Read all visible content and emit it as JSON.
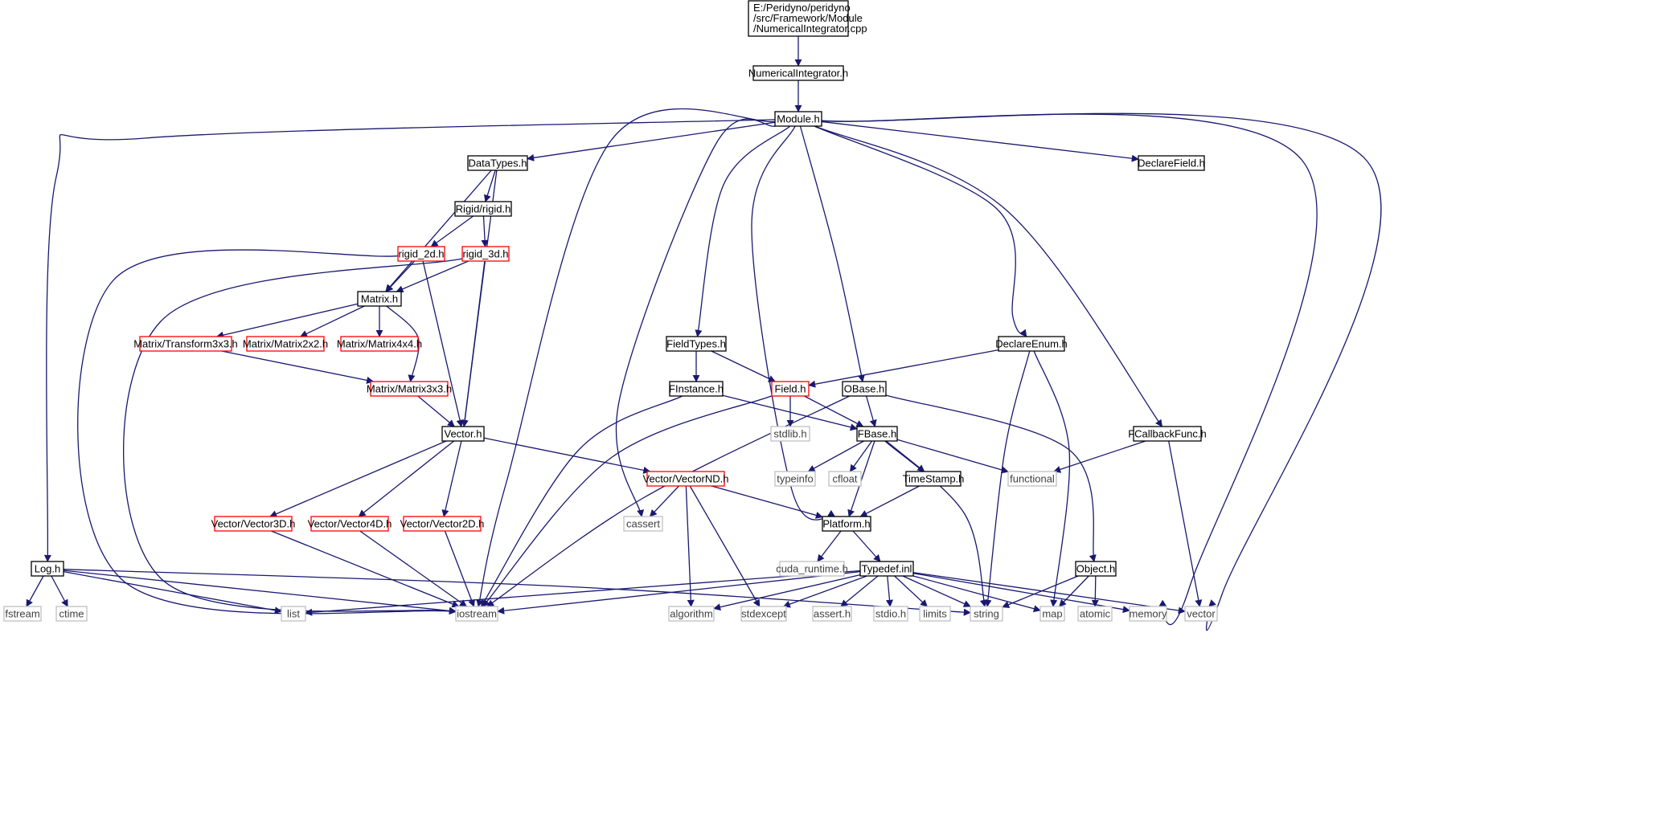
{
  "colors": {
    "edge": "#191970",
    "border_normal": "#000000",
    "border_incomplete": "#ff0000",
    "border_external": "#bfbfbf",
    "root_fill": "#bfbfbf",
    "text": "#000000"
  },
  "nodes": [
    {
      "id": "root",
      "lines": [
        "E:/Peridyno/peridyno",
        "/src/Framework/Module",
        "/NumericalIntegrator.cpp"
      ],
      "kind": "root"
    },
    {
      "id": "NumericalIntegrator_h",
      "label": "NumericalIntegrator.h",
      "kind": "normal"
    },
    {
      "id": "Module_h",
      "label": "Module.h",
      "kind": "normal"
    },
    {
      "id": "DataTypes_h",
      "label": "DataTypes.h",
      "kind": "normal"
    },
    {
      "id": "DeclareField_h",
      "label": "DeclareField.h",
      "kind": "normal"
    },
    {
      "id": "Rigid_rigid_h",
      "label": "Rigid/rigid.h",
      "kind": "normal"
    },
    {
      "id": "rigid_2d_h",
      "label": "rigid_2d.h",
      "kind": "incomplete"
    },
    {
      "id": "rigid_3d_h",
      "label": "rigid_3d.h",
      "kind": "incomplete"
    },
    {
      "id": "Matrix_h",
      "label": "Matrix.h",
      "kind": "normal"
    },
    {
      "id": "Transform3x3_h",
      "label": "Matrix/Transform3x3.h",
      "kind": "incomplete"
    },
    {
      "id": "Matrix2x2_h",
      "label": "Matrix/Matrix2x2.h",
      "kind": "incomplete"
    },
    {
      "id": "Matrix4x4_h",
      "label": "Matrix/Matrix4x4.h",
      "kind": "incomplete"
    },
    {
      "id": "Matrix3x3_h",
      "label": "Matrix/Matrix3x3.h",
      "kind": "incomplete"
    },
    {
      "id": "Vector_h",
      "label": "Vector.h",
      "kind": "normal"
    },
    {
      "id": "FieldTypes_h",
      "label": "FieldTypes.h",
      "kind": "normal"
    },
    {
      "id": "DeclareEnum_h",
      "label": "DeclareEnum.h",
      "kind": "normal"
    },
    {
      "id": "FInstance_h",
      "label": "FInstance.h",
      "kind": "normal"
    },
    {
      "id": "Field_h",
      "label": "Field.h",
      "kind": "incomplete"
    },
    {
      "id": "OBase_h",
      "label": "OBase.h",
      "kind": "normal"
    },
    {
      "id": "stdlib_h",
      "label": "stdlib.h",
      "kind": "external"
    },
    {
      "id": "FBase_h",
      "label": "FBase.h",
      "kind": "normal"
    },
    {
      "id": "FCallbackFunc_h",
      "label": "FCallbackFunc.h",
      "kind": "normal"
    },
    {
      "id": "VectorND_h",
      "label": "Vector/VectorND.h",
      "kind": "incomplete"
    },
    {
      "id": "typeinfo",
      "label": "typeinfo",
      "kind": "external"
    },
    {
      "id": "cfloat",
      "label": "cfloat",
      "kind": "external"
    },
    {
      "id": "TimeStamp_h",
      "label": "TimeStamp.h",
      "kind": "normal"
    },
    {
      "id": "functional",
      "label": "functional",
      "kind": "external"
    },
    {
      "id": "Vector3D_h",
      "label": "Vector/Vector3D.h",
      "kind": "incomplete"
    },
    {
      "id": "Vector4D_h",
      "label": "Vector/Vector4D.h",
      "kind": "incomplete"
    },
    {
      "id": "Vector2D_h",
      "label": "Vector/Vector2D.h",
      "kind": "incomplete"
    },
    {
      "id": "cassert",
      "label": "cassert",
      "kind": "external"
    },
    {
      "id": "Platform_h",
      "label": "Platform.h",
      "kind": "normal"
    },
    {
      "id": "cuda_runtime_h",
      "label": "cuda_runtime.h",
      "kind": "external"
    },
    {
      "id": "Log_h",
      "label": "Log.h",
      "kind": "normal"
    },
    {
      "id": "Typedef_inl",
      "label": "Typedef.inl",
      "kind": "normal"
    },
    {
      "id": "Object_h",
      "label": "Object.h",
      "kind": "normal"
    },
    {
      "id": "fstream",
      "label": "fstream",
      "kind": "external"
    },
    {
      "id": "ctime",
      "label": "ctime",
      "kind": "external"
    },
    {
      "id": "list",
      "label": "list",
      "kind": "external"
    },
    {
      "id": "iostream",
      "label": "iostream",
      "kind": "external"
    },
    {
      "id": "algorithm",
      "label": "algorithm",
      "kind": "external"
    },
    {
      "id": "stdexcept",
      "label": "stdexcept",
      "kind": "external"
    },
    {
      "id": "assert_h",
      "label": "assert.h",
      "kind": "external"
    },
    {
      "id": "stdio_h",
      "label": "stdio.h",
      "kind": "external"
    },
    {
      "id": "limits",
      "label": "limits",
      "kind": "external"
    },
    {
      "id": "string",
      "label": "string",
      "kind": "external"
    },
    {
      "id": "map",
      "label": "map",
      "kind": "external"
    },
    {
      "id": "atomic",
      "label": "atomic",
      "kind": "external"
    },
    {
      "id": "memory",
      "label": "memory",
      "kind": "external"
    },
    {
      "id": "vector",
      "label": "vector",
      "kind": "external"
    }
  ],
  "edges": [
    [
      "root",
      "NumericalIntegrator_h"
    ],
    [
      "NumericalIntegrator_h",
      "Module_h"
    ],
    [
      "Module_h",
      "Log_h"
    ],
    [
      "Module_h",
      "DataTypes_h"
    ],
    [
      "Module_h",
      "DeclareField_h"
    ],
    [
      "Module_h",
      "iostream"
    ],
    [
      "Module_h",
      "cassert"
    ],
    [
      "Module_h",
      "FieldTypes_h"
    ],
    [
      "Module_h",
      "Platform_h"
    ],
    [
      "Module_h",
      "OBase_h"
    ],
    [
      "Module_h",
      "DeclareEnum_h"
    ],
    [
      "Module_h",
      "FCallbackFunc_h"
    ],
    [
      "Module_h",
      "memory"
    ],
    [
      "Module_h",
      "vector"
    ],
    [
      "DataTypes_h",
      "Rigid_rigid_h"
    ],
    [
      "DataTypes_h",
      "Matrix_h"
    ],
    [
      "DataTypes_h",
      "Vector_h"
    ],
    [
      "Rigid_rigid_h",
      "rigid_2d_h"
    ],
    [
      "Rigid_rigid_h",
      "rigid_3d_h"
    ],
    [
      "rigid_2d_h",
      "Matrix_h"
    ],
    [
      "rigid_2d_h",
      "Vector_h"
    ],
    [
      "rigid_2d_h",
      "iostream"
    ],
    [
      "rigid_3d_h",
      "Matrix_h"
    ],
    [
      "rigid_3d_h",
      "Vector_h"
    ],
    [
      "rigid_3d_h",
      "iostream"
    ],
    [
      "Matrix_h",
      "Transform3x3_h"
    ],
    [
      "Matrix_h",
      "Matrix2x2_h"
    ],
    [
      "Matrix_h",
      "Matrix4x4_h"
    ],
    [
      "Matrix_h",
      "Matrix3x3_h"
    ],
    [
      "Transform3x3_h",
      "Matrix3x3_h"
    ],
    [
      "Matrix3x3_h",
      "Vector_h"
    ],
    [
      "Vector_h",
      "Vector3D_h"
    ],
    [
      "Vector_h",
      "Vector4D_h"
    ],
    [
      "Vector_h",
      "Vector2D_h"
    ],
    [
      "Vector_h",
      "VectorND_h"
    ],
    [
      "Vector3D_h",
      "iostream"
    ],
    [
      "Vector4D_h",
      "iostream"
    ],
    [
      "Vector2D_h",
      "iostream"
    ],
    [
      "VectorND_h",
      "cassert"
    ],
    [
      "VectorND_h",
      "algorithm"
    ],
    [
      "VectorND_h",
      "stdexcept"
    ],
    [
      "VectorND_h",
      "Platform_h"
    ],
    [
      "FieldTypes_h",
      "FInstance_h"
    ],
    [
      "FieldTypes_h",
      "Field_h"
    ],
    [
      "DeclareEnum_h",
      "Field_h"
    ],
    [
      "DeclareEnum_h",
      "string"
    ],
    [
      "DeclareEnum_h",
      "map"
    ],
    [
      "FInstance_h",
      "FBase_h"
    ],
    [
      "FInstance_h",
      "iostream"
    ],
    [
      "Field_h",
      "stdlib_h"
    ],
    [
      "Field_h",
      "FBase_h"
    ],
    [
      "Field_h",
      "iostream"
    ],
    [
      "OBase_h",
      "FBase_h"
    ],
    [
      "OBase_h",
      "iostream"
    ],
    [
      "OBase_h",
      "Object_h"
    ],
    [
      "FBase_h",
      "typeinfo"
    ],
    [
      "FBase_h",
      "cfloat"
    ],
    [
      "FBase_h",
      "TimeStamp_h"
    ],
    [
      "FBase_h",
      "functional"
    ],
    [
      "FBase_h",
      "Platform_h"
    ],
    [
      "FBase_h",
      "string"
    ],
    [
      "FCallbackFunc_h",
      "functional"
    ],
    [
      "FCallbackFunc_h",
      "vector"
    ],
    [
      "TimeStamp_h",
      "Platform_h"
    ],
    [
      "Platform_h",
      "cuda_runtime_h"
    ],
    [
      "Platform_h",
      "Typedef_inl"
    ],
    [
      "Log_h",
      "fstream"
    ],
    [
      "Log_h",
      "ctime"
    ],
    [
      "Log_h",
      "list"
    ],
    [
      "Log_h",
      "iostream"
    ],
    [
      "Log_h",
      "string"
    ],
    [
      "Typedef_inl",
      "list"
    ],
    [
      "Typedef_inl",
      "iostream"
    ],
    [
      "Typedef_inl",
      "algorithm"
    ],
    [
      "Typedef_inl",
      "stdexcept"
    ],
    [
      "Typedef_inl",
      "assert_h"
    ],
    [
      "Typedef_inl",
      "stdio_h"
    ],
    [
      "Typedef_inl",
      "limits"
    ],
    [
      "Typedef_inl",
      "string"
    ],
    [
      "Typedef_inl",
      "map"
    ],
    [
      "Typedef_inl",
      "memory"
    ],
    [
      "Typedef_inl",
      "vector"
    ],
    [
      "Object_h",
      "string"
    ],
    [
      "Object_h",
      "map"
    ],
    [
      "Object_h",
      "atomic"
    ]
  ]
}
